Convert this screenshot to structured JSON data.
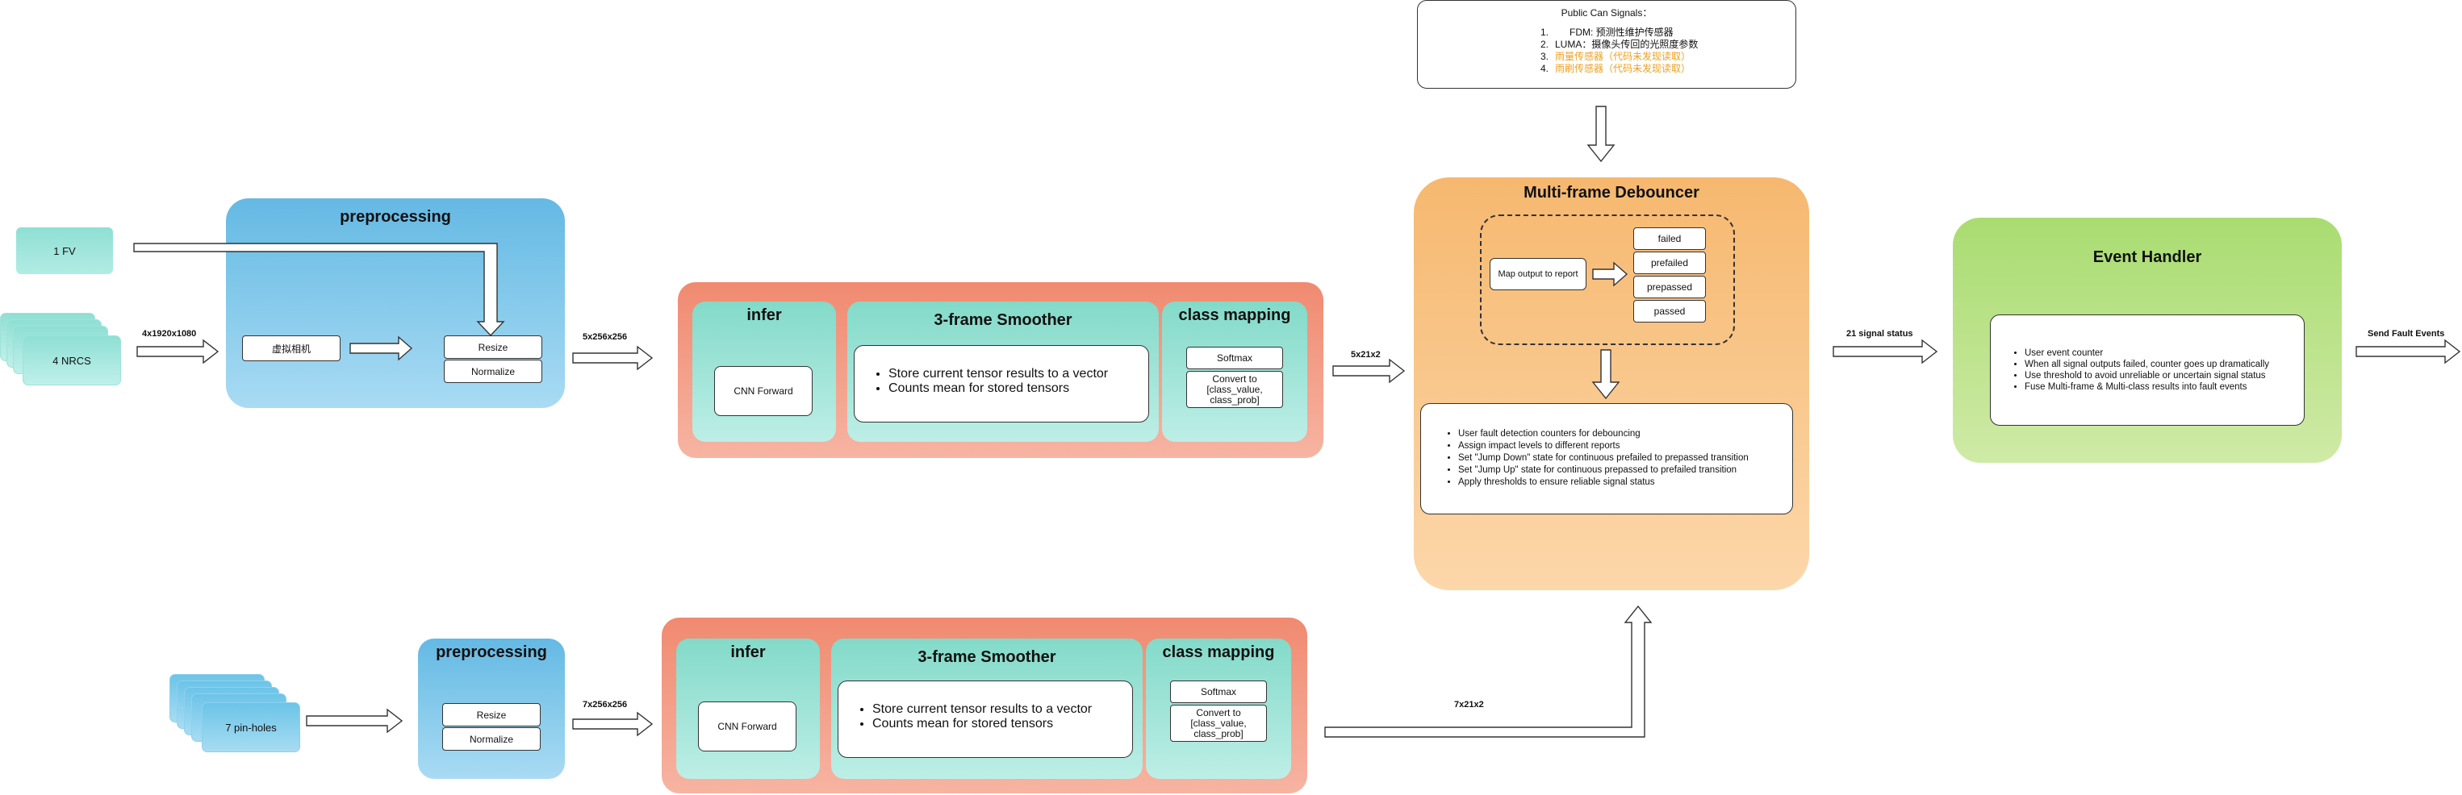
{
  "inputs": {
    "fv": "1 FV",
    "nrcs": "4 NRCS",
    "pinholes": "7 pin-holes"
  },
  "edge_labels": {
    "top_in": "4x1920x1080",
    "top_mid": "5x256x256",
    "top_out": "5x21x2",
    "bottom_mid": "7x256x256",
    "bottom_out": "7x21x2",
    "signal": "21 signal status",
    "send": "Send Fault Events"
  },
  "top_pre": {
    "title": "preprocessing",
    "virtual": "虚拟相机",
    "resize": "Resize",
    "normalize": "Normalize"
  },
  "bottom_pre": {
    "title": "preprocessing",
    "resize": "Resize",
    "normalize": "Normalize"
  },
  "top_model": {
    "infer_title": "infer",
    "cnn": "CNN Forward",
    "smoother_title": "3-frame Smoother",
    "smoother_items": [
      "Store current tensor results to a vector",
      "Counts mean for stored tensors"
    ],
    "mapping_title": "class mapping",
    "softmax": "Softmax",
    "convert": "Convert to [class_value, class_prob]"
  },
  "bottom_model": {
    "infer_title": "infer",
    "cnn": "CNN Forward",
    "smoother_title": "3-frame Smoother",
    "smoother_items": [
      "Store current tensor results to a vector",
      "Counts mean for stored tensors"
    ],
    "mapping_title": "class mapping",
    "softmax": "Softmax",
    "convert": "Convert to [class_value, class_prob]"
  },
  "can": {
    "title": "Public Can Signals：",
    "items": [
      {
        "num": "1.",
        "text": "FDM: 预测性维护传感器",
        "color": "#111111"
      },
      {
        "num": "2.",
        "text": "LUMA：摄像头传回的光照度参数",
        "color": "#111111"
      },
      {
        "num": "3.",
        "text": "雨量传感器（代码未发现读取）",
        "color": "#f0a020"
      },
      {
        "num": "4.",
        "text": "雨刷传感器（代码未发现读取）",
        "color": "#f0a020"
      }
    ]
  },
  "debouncer": {
    "title": "Multi-frame Debouncer",
    "map": "Map output to report",
    "states": [
      "failed",
      "prefailed",
      "prepassed",
      "passed"
    ],
    "items": [
      "User fault detection counters for debouncing",
      "Assign impact levels to different reports",
      "Set \"Jump Down\" state for continuous prefailed to prepassed transition",
      "Set \"Jump Up\" state for continuous prepassed to prefailed transition",
      "Apply thresholds to ensure reliable signal status"
    ]
  },
  "event": {
    "title": "Event Handler",
    "items": [
      "User event counter",
      "When all signal outputs failed, counter goes up dramatically",
      "Use threshold to avoid unreliable or uncertain signal status",
      "Fuse Multi-frame & Multi-class results into fault events"
    ]
  }
}
